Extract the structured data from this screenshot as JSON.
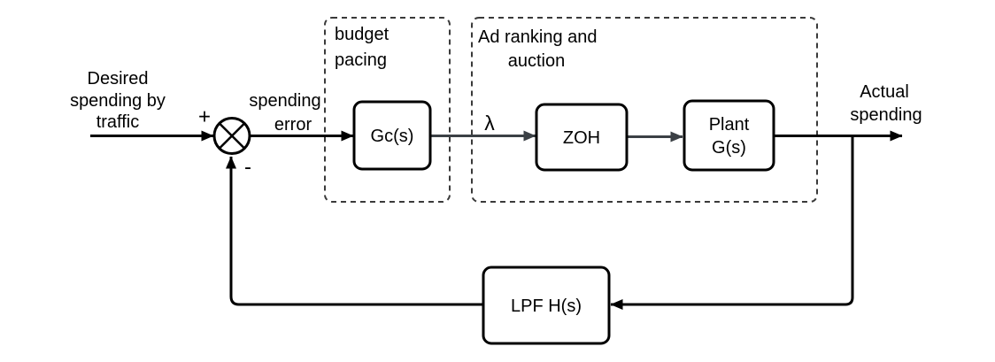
{
  "colors": {
    "line": "#000000",
    "signal_arrow": "#3b4045",
    "dashed_box": "#3a3a3a",
    "background": "#ffffff"
  },
  "input_label": {
    "line1": "Desired",
    "line2": "spending by",
    "line3": "traffic"
  },
  "summing_junction": {
    "plus_sign": "+",
    "minus_sign": "-"
  },
  "error_label": {
    "line1": "spending",
    "line2": "error"
  },
  "groups": {
    "budget_pacing": {
      "line1": "budget",
      "line2": "pacing"
    },
    "ad_ranking": {
      "line1": "Ad ranking and",
      "line2": "auction"
    }
  },
  "blocks": {
    "controller": {
      "label": "Gc(s)"
    },
    "zoh": {
      "label": "ZOH"
    },
    "plant": {
      "line1": "Plant",
      "line2": "G(s)"
    },
    "lpf": {
      "label": "LPF H(s)"
    }
  },
  "signals": {
    "lambda": "λ"
  },
  "output_label": {
    "line1": "Actual",
    "line2": "spending"
  }
}
